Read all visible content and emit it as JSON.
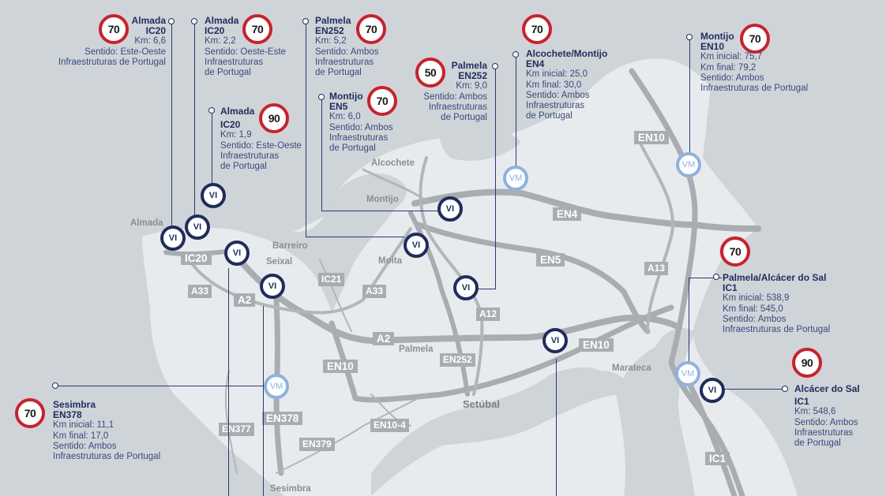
{
  "colors": {
    "sea": "#cfd4d9",
    "land": "#e8ebee",
    "road": "#a9adb2",
    "navy": "#1f2d5c",
    "vm_blue": "#8fb2e0",
    "sign_red": "#c0252e"
  },
  "towns": {
    "almada": "Almada",
    "barreiro": "Barreiro",
    "seixal": "Seixal",
    "moita": "Moita",
    "alcochete": "Alcochete",
    "montijo": "Montijo",
    "palmela": "Palmela",
    "setubal": "Setúbal",
    "marateca": "Marateca",
    "sesimbra": "Sesimbra"
  },
  "roads": {
    "ic20": "IC20",
    "a33a": "A33",
    "a33b": "A33",
    "a2a": "A2",
    "a2b": "A2",
    "ic21": "IC21",
    "a12": "A12",
    "en10a": "EN10",
    "en10b": "EN10",
    "en10c": "EN10",
    "en252": "EN252",
    "en4": "EN4",
    "en5": "EN5",
    "a13": "A13",
    "en378": "EN378",
    "en377": "EN377",
    "en379": "EN379",
    "en10_4": "EN10-4",
    "ic1": "IC1"
  },
  "pins": {
    "vi": "VI",
    "vm": "VM"
  },
  "callouts": [
    {
      "id": "c1",
      "title": "Almada",
      "road": "IC20",
      "lines": [
        "Km: 6,6",
        "Sentido: Este-Oeste",
        "Infraestruturas de Portugal"
      ],
      "speed": "70"
    },
    {
      "id": "c2",
      "title": "Almada",
      "road": "IC20",
      "lines": [
        "Km: 2,2",
        "Sentido: Oeste-Este",
        "Infraestruturas",
        "de Portugal"
      ],
      "speed": "70"
    },
    {
      "id": "c3",
      "title": "Almada",
      "road": "IC20",
      "lines": [
        "Km: 1,9",
        "Sentido: Este-Oeste",
        "Infraestruturas",
        "de Portugal"
      ],
      "speed": "90"
    },
    {
      "id": "c4",
      "title": "Palmela",
      "road": "EN252",
      "lines": [
        "Km: 5,2",
        "Sentido: Ambos",
        "Infraestruturas",
        "de Portugal"
      ],
      "speed": "70"
    },
    {
      "id": "c5",
      "title": "Montijo",
      "road": "EN5",
      "lines": [
        "Km: 6,0",
        "Sentido: Ambos",
        "Infraestruturas",
        "de Portugal"
      ],
      "speed": "70"
    },
    {
      "id": "c6",
      "title": "Palmela",
      "road": "EN252",
      "lines": [
        "Km: 9,0",
        "Sentido: Ambos",
        "Infraestruturas",
        "de Portugal"
      ],
      "speed": "50"
    },
    {
      "id": "c7",
      "title": "Alcochete/Montijo",
      "road": "EN4",
      "lines": [
        "Km inicial: 25,0",
        "Km final: 30,0",
        "Sentido: Ambos",
        "Infraestruturas",
        "de Portugal"
      ],
      "speed": "70"
    },
    {
      "id": "c8",
      "title": "Montijo",
      "road": "EN10",
      "lines": [
        "Km inicial: 75,7",
        "Km final: 79,2",
        "Sentido: Ambos",
        "Infraestruturas de Portugal"
      ],
      "speed": "70"
    },
    {
      "id": "c9",
      "title": "Palmela/Alcácer do Sal",
      "road": "IC1",
      "lines": [
        "Km inicial: 538,9",
        "Km final: 545,0",
        "Sentido: Ambos",
        "Infraestruturas de Portugal"
      ],
      "speed": "70"
    },
    {
      "id": "c10",
      "title": "Alcácer do Sal",
      "road": "IC1",
      "lines": [
        "Km: 548,6",
        "Sentido: Ambos",
        "Infraestruturas",
        "de Portugal"
      ],
      "speed": "90"
    },
    {
      "id": "c11",
      "title": "Sesimbra",
      "road": "EN378",
      "lines": [
        "Km inicial: 11,1",
        "Km final: 17,0",
        "Sentido: Ambos",
        "Infraestruturas de Portugal"
      ],
      "speed": "70"
    }
  ]
}
